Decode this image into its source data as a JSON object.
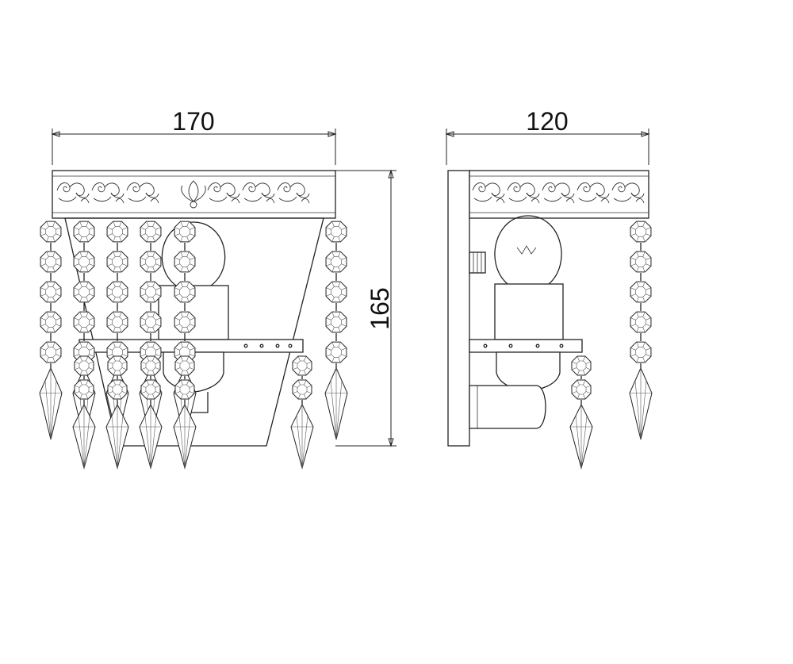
{
  "drawing": {
    "front_view": {
      "width_label": "170",
      "height_label": "165"
    },
    "side_view": {
      "depth_label": "120"
    }
  },
  "icons": {
    "front": "wall-sconce-front-view-icon",
    "side": "wall-sconce-side-view-icon"
  },
  "colors": {
    "line": "#222222",
    "background": "#ffffff"
  }
}
